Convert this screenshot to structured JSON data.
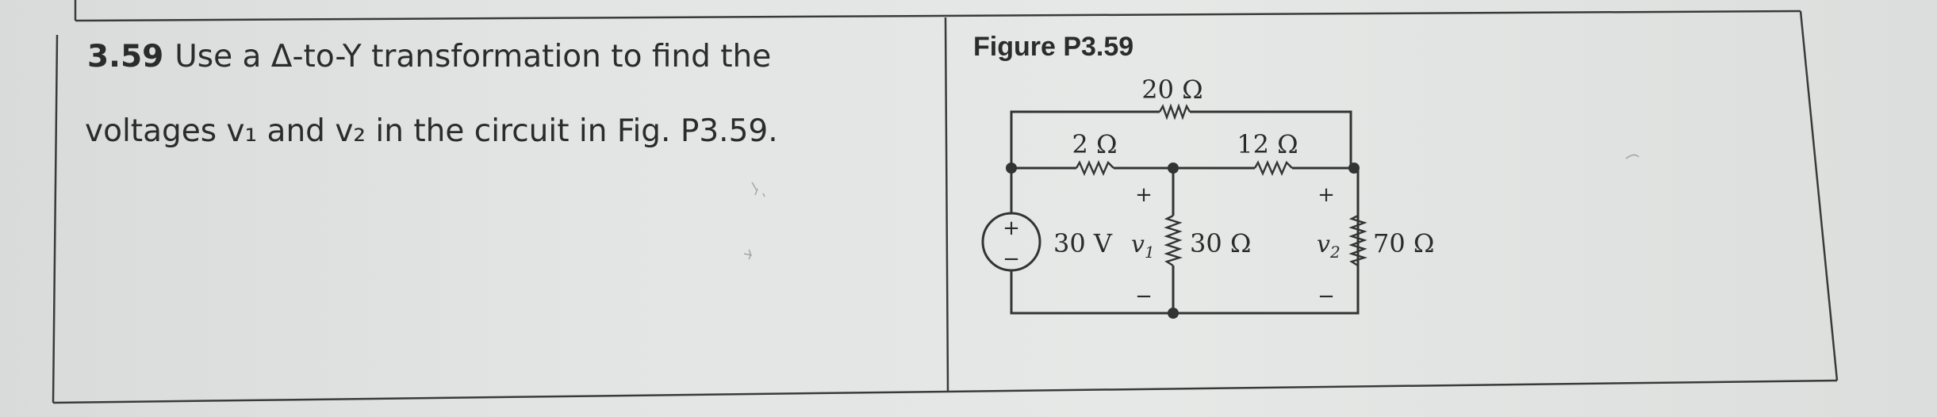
{
  "problem": {
    "number": "3.59",
    "line1": "Use a Δ-to-Y transformation to find the",
    "line2": "voltages v₁ and v₂ in the circuit in Fig. P3.59."
  },
  "figure": {
    "title": "Figure P3.59",
    "r_top": "20 Ω",
    "r_left": "2 Ω",
    "r_right": "12 Ω",
    "source": "30 V",
    "r_mid": "30 Ω",
    "r_out": "70 Ω",
    "v1": "v",
    "v1_sub": "1",
    "v2": "v",
    "v2_sub": "2",
    "plus": "+",
    "minus": "−"
  }
}
